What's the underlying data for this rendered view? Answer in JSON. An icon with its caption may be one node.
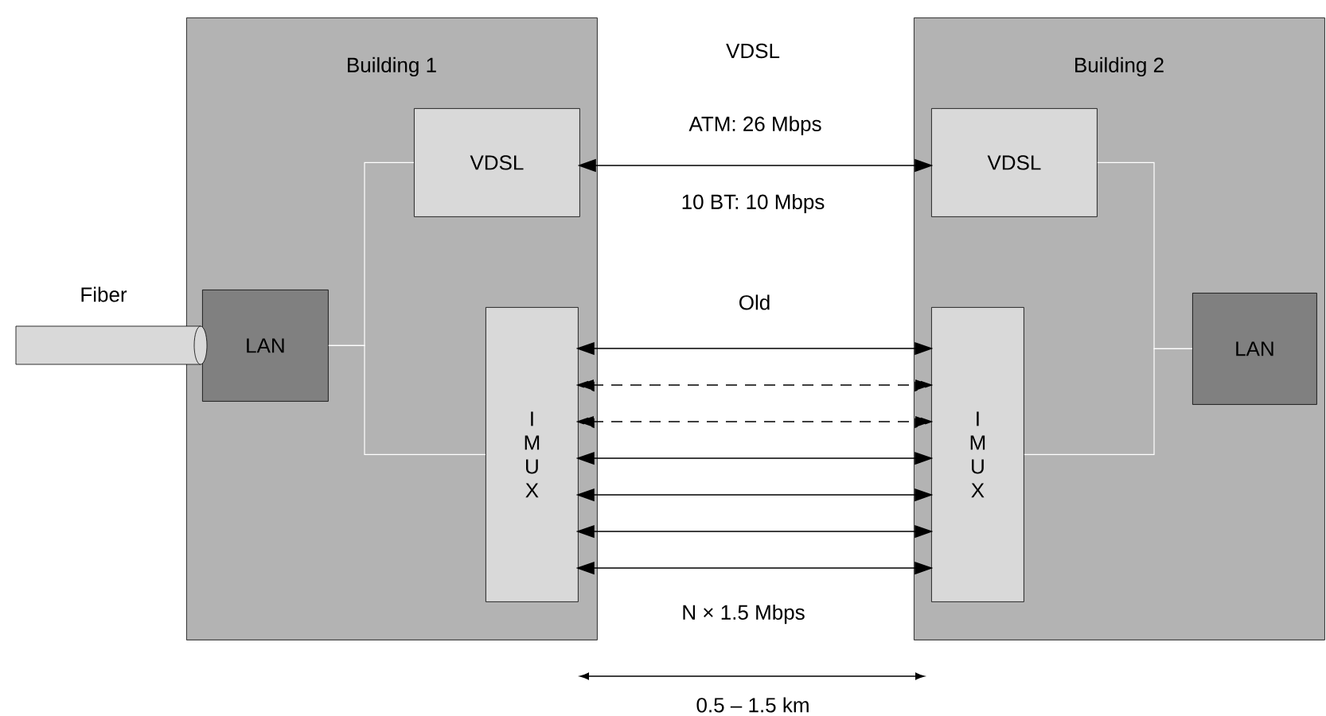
{
  "diagram": {
    "nodes": [
      {
        "text": [
          "Building 1"
        ]
      },
      {
        "text": [
          "VDSL"
        ],
        "in": 0
      },
      {
        "text": [
          "LAN"
        ],
        "in": 0
      },
      {
        "text": [
          "I M U X"
        ],
        "in": 0
      },
      {
        "text": [
          "Building 2"
        ]
      },
      {
        "text": [
          "VDSL"
        ],
        "in": 4
      },
      {
        "text": [
          "LAN"
        ],
        "in": 4
      },
      {
        "text": [
          "I M U X"
        ],
        "in": 4
      },
      {
        "text": [],
        "shape": "cylinder",
        "beside": [
          "Fiber"
        ]
      }
    ],
    "edges": [
      {
        "from": 1,
        "to": 5,
        "arrow": "both",
        "label": "ATM: 26 Mbps"
      },
      {
        "from": 2,
        "to": 1,
        "arrow": "none",
        "color": "#ffffff"
      },
      {
        "from": 2,
        "to": 3,
        "arrow": "none",
        "color": "#ffffff"
      },
      {
        "from": 6,
        "to": 5,
        "arrow": "none",
        "color": "#ffffff"
      },
      {
        "from": 6,
        "to": 7,
        "arrow": "none",
        "color": "#ffffff"
      },
      {
        "from": 3,
        "to": 7,
        "arrow": "both",
        "label": "Old"
      },
      {
        "from": 3,
        "to": 7,
        "arrow": "both",
        "style": "dashed"
      },
      {
        "from": 3,
        "to": 7,
        "arrow": "both",
        "style": "dashed"
      },
      {
        "from": 3,
        "to": 7,
        "arrow": "both"
      },
      {
        "from": 3,
        "to": 7,
        "arrow": "both"
      },
      {
        "from": 3,
        "to": 7,
        "arrow": "both"
      },
      {
        "from": 3,
        "to": 7,
        "arrow": "both"
      }
    ],
    "labels": [
      "VDSL",
      "10 BT: 10 Mbps",
      "N × 1.5 Mbps",
      "0.5 – 1.5 km"
    ]
  }
}
